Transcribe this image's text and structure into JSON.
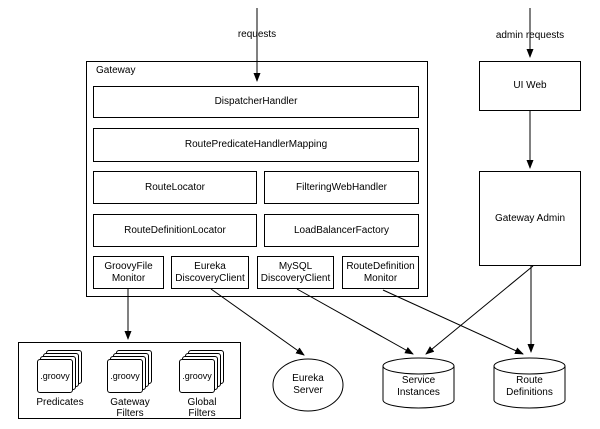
{
  "labels": {
    "requests": "requests",
    "admin_requests": "admin requests"
  },
  "gateway": {
    "title": "Gateway",
    "dispatcher_handler": "DispatcherHandler",
    "route_predicate_handler_mapping": "RoutePredicateHandlerMapping",
    "route_locator": "RouteLocator",
    "filtering_web_handler": "FilteringWebHandler",
    "route_definition_locator": "RouteDefinitionLocator",
    "load_balancer_factory": "LoadBalancerFactory",
    "groovy_file_monitor": "GroovyFile Monitor",
    "eureka_discovery_client": "Eureka DiscoveryClient",
    "mysql_discovery_client": "MySQL DiscoveryClient",
    "route_definition_monitor": "RouteDefinition Monitor"
  },
  "admin": {
    "ui_web": "UI Web",
    "gateway_admin": "Gateway Admin"
  },
  "groovy_store": {
    "file_label": ".groovy",
    "items": [
      {
        "label": "Predicates"
      },
      {
        "label": "Gateway Filters"
      },
      {
        "label": "Global Filters"
      }
    ]
  },
  "datastores": {
    "eureka_server": "Eureka Server",
    "service_instances": "Service Instances",
    "route_definitions": "Route Definitions"
  },
  "colors": {
    "stroke": "#000000",
    "background": "#ffffff"
  }
}
